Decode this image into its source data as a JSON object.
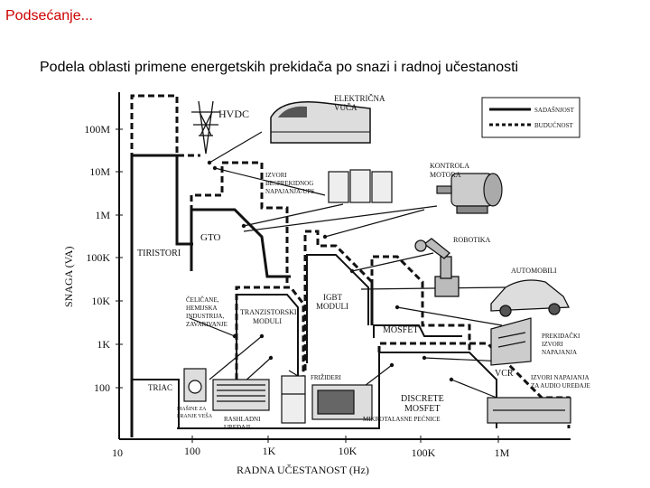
{
  "slide": {
    "title": "Podsećanje...",
    "subtitle": "Podela oblasti primene energetskih prekidača po snazi i radnoj učestanosti"
  },
  "axes": {
    "y_label": "SNAGA (VA)",
    "x_label": "RADNA UČESTANOST (Hz)",
    "y_ticks": [
      "100M",
      "10M",
      "1M",
      "100K",
      "10K",
      "1K",
      "100"
    ],
    "x_ticks": [
      "10",
      "100",
      "1K",
      "10K",
      "100K",
      "1M"
    ]
  },
  "legend": {
    "present": "SADAŠNJOST",
    "future": "BUDUĆNOST"
  },
  "regions": {
    "tiristori": "TIRISTORI",
    "gto": "GTO",
    "tranzistor_line1": "TRANZISTORSKI",
    "tranzistor_line2": "MODULI",
    "igbt_line1": "IGBT",
    "igbt_line2": "MODULI",
    "mosfet": "MOSFET",
    "triac": "TRIAC",
    "discrete_line1": "DISCRETE",
    "discrete_line2": "MOSFET"
  },
  "applications": {
    "hvdc": "HVDC",
    "traction_line1": "ELEKTRIČNA",
    "traction_line2": "VUČA",
    "ups_line1": "IZVORI",
    "ups_line2": "BESPREKIDNOG",
    "ups_line3": "NAPAJANJA-UPS",
    "motor_line1": "KONTROLA",
    "motor_line2": "MOTORA",
    "robotics": "ROBOTIKA",
    "automobile": "AUTOMOBILI",
    "steel_line1": "ČELIČANE,",
    "steel_line2": "HEMIJSKA",
    "steel_line3": "INDUSTRIJA,",
    "steel_line4": "ZAVARIVANJE",
    "psu_line1": "PREKIDAČKI",
    "psu_line2": "IZVORI",
    "psu_line3": "NAPAJANJA",
    "vcr": "VCR",
    "fridge": "FRIŽIDERI",
    "audio_line1": "IZVORI NAPAJANJA",
    "audio_line2": "ZA AUDIO UREĐAJE",
    "washer_line1": "MAŠINE ZA",
    "washer_line2": "PRANJE VEŠA",
    "ac_line1": "RASHLADNI",
    "ac_line2": "UREĐAJI",
    "microwave": "MIKROTALASNE PEĆNICE"
  }
}
